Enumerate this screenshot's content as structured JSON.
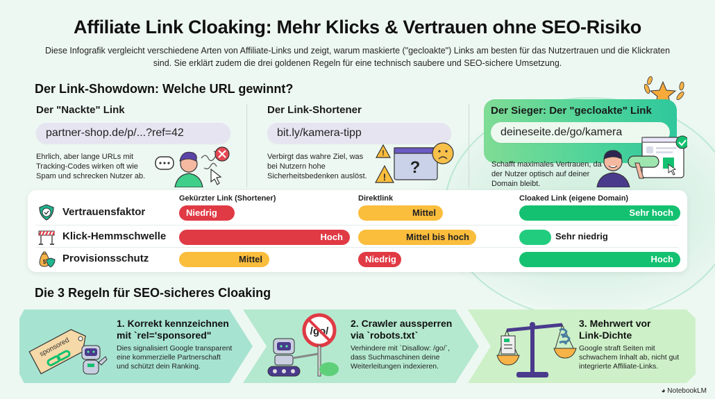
{
  "header": {
    "title": "Affiliate Link Cloaking: Mehr Klicks & Vertrauen ohne SEO-Risiko",
    "subtitle": "Diese Infografik vergleicht verschiedene Arten von Affiliate-Links und zeigt, warum maskierte (\"gecloakte\") Links am besten für das Nutzertrauen und die Klickraten sind. Sie erklärt zudem die drei goldenen Regeln für eine technisch saubere und SEO-sichere Umsetzung."
  },
  "showdown": {
    "heading": "Der Link-Showdown: Welche URL gewinnt?",
    "columns": [
      {
        "title": "Der \"Nackte\" Link",
        "url": "partner-shop.de/p/...?ref=42",
        "desc": "Ehrlich, aber lange URLs mit Tracking-Codes wirken oft wie Spam und schrecken Nutzer ab."
      },
      {
        "title": "Der Link-Shortener",
        "url": "bit.ly/kamera-tipp",
        "desc": "Verbirgt das wahre Ziel, was bei Nutzern hohe Sicherheitsbedenken auslöst."
      },
      {
        "title": "Der Sieger: Der \"gecloakte\" Link",
        "url": "deineseite.de/go/kamera",
        "desc": "Schafft maximales Vertrauen, da der Nutzer optisch auf deiner Domain bleibt."
      }
    ]
  },
  "comparison": {
    "headers": [
      "Gekürzter Link (Shortener)",
      "Direktlink",
      "Cloaked Link (eigene Domain)"
    ],
    "rows": [
      {
        "label": "Vertrauensfaktor",
        "icon": "shield-check-icon",
        "values": [
          "Niedrig",
          "Mittel",
          "Sehr hoch"
        ]
      },
      {
        "label": "Klick-Hemmschwelle",
        "icon": "barrier-icon",
        "values": [
          "Hoch",
          "Mittel bis hoch",
          "Sehr niedrig"
        ]
      },
      {
        "label": "Provisionsschutz",
        "icon": "money-bag-shield-icon",
        "values": [
          "Mittel",
          "Niedrig",
          "Hoch"
        ]
      }
    ],
    "colors": {
      "low": "#e03a44",
      "mid": "#fbbd3c",
      "high": "#14c171"
    }
  },
  "rules": {
    "heading": "Die 3 Regeln für SEO-sicheres Cloaking",
    "items": [
      {
        "title_1": "1. Korrekt kennzeichnen",
        "title_2": "mit `rel='sponsored\"",
        "desc_1": "Dies signalisiert Google transparent",
        "desc_2": "eine kommerzielle Partnerschaft",
        "desc_3": "und schützt dein Ranking.",
        "tag_label": "sponsored"
      },
      {
        "title_1": "2. Crawler aussperren",
        "title_2": "via `robots.txt`",
        "desc_1": "Verhindere mit `Disallow: /go/`,",
        "desc_2": "dass Suchmaschinen deine",
        "desc_3": "Weiterleitungen indexieren.",
        "sign_label": "/go/"
      },
      {
        "title_1": "3. Mehrwert vor",
        "title_2": "Link-Dichte",
        "desc_1": "Google straft Seiten mit",
        "desc_2": "schwachem Inhalt ab, nicht gut",
        "desc_3": "integrierte Affiliate-Links."
      }
    ]
  },
  "footer": {
    "brand": "NotebookLM"
  }
}
